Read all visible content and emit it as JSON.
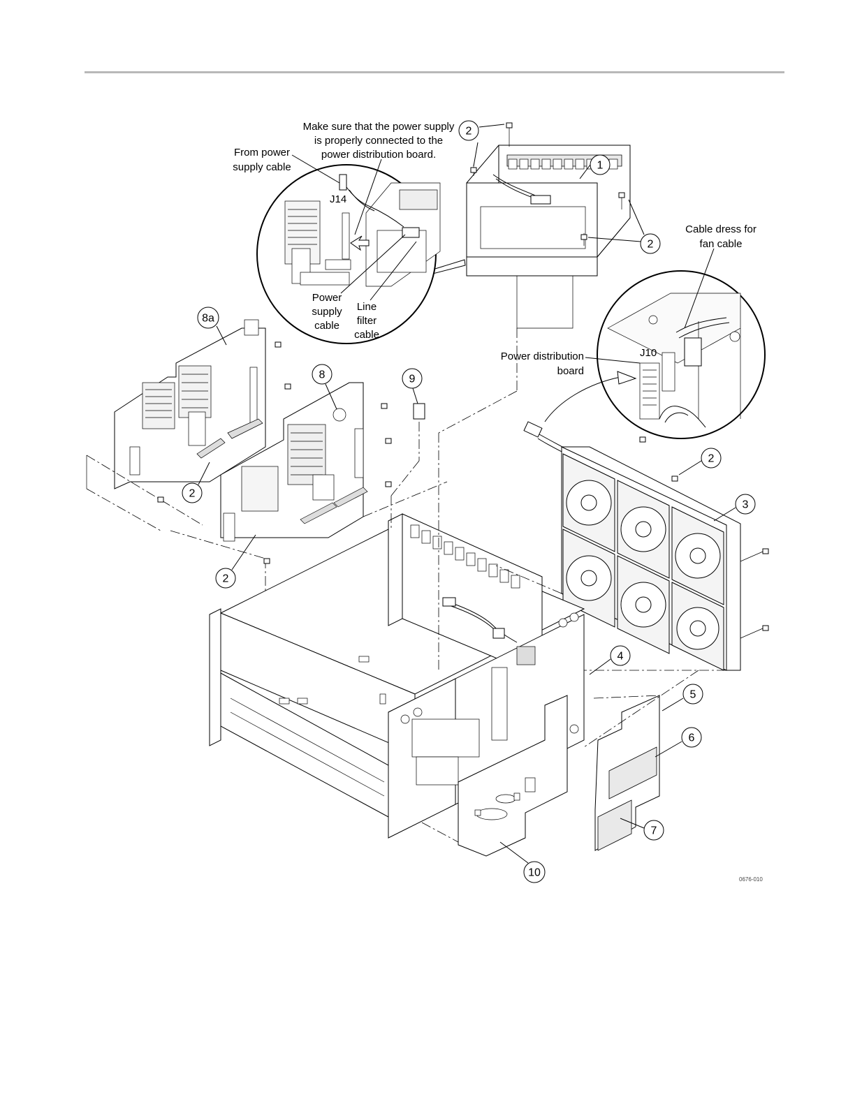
{
  "labels": {
    "make_sure_line1": "Make sure that the power supply",
    "make_sure_line2": "is properly connected to the",
    "make_sure_line3": "power distribution board.",
    "from_power_line1": "From power",
    "from_power_line2": "supply cable",
    "j14": "J14",
    "power_supply_cable_line1": "Power",
    "power_supply_cable_line2": "supply",
    "power_supply_cable_line3": "cable",
    "line_filter_line1": "Line",
    "line_filter_line2": "filter",
    "line_filter_line3": "cable",
    "cable_dress_line1": "Cable dress for",
    "cable_dress_line2": "fan cable",
    "power_dist_line1": "Power distribution",
    "power_dist_line2": "board",
    "j10": "J10",
    "figure_code": "0676-010"
  },
  "callouts": {
    "c1": "1",
    "c2": "2",
    "c3": "3",
    "c4": "4",
    "c5": "5",
    "c6": "6",
    "c7": "7",
    "c8": "8",
    "c8a": "8a",
    "c9": "9",
    "c10": "10"
  }
}
